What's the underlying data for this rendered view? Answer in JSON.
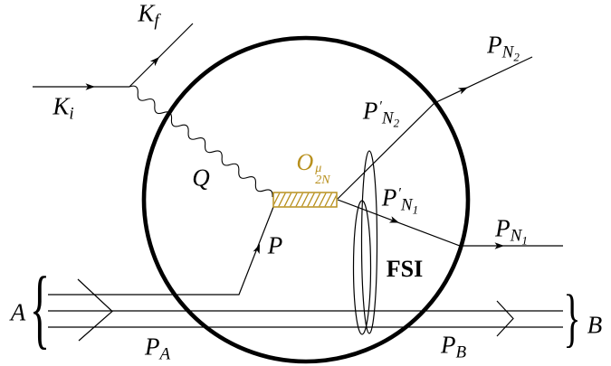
{
  "diagram": {
    "colors": {
      "line": "#000000",
      "operator_gold": "#b8901e",
      "background": "#ffffff"
    },
    "labels": {
      "incoming_electron": {
        "base": "K",
        "sub": "i"
      },
      "outgoing_electron": {
        "base": "K",
        "sub": "f"
      },
      "photon": {
        "base": "Q"
      },
      "operator": {
        "base": "O",
        "sup": "μ",
        "sub": "2N"
      },
      "struck_pair_momentum": {
        "base": "P"
      },
      "nucleon2_internal": {
        "base": "P",
        "prime": "′",
        "sub": "N",
        "subsub": "2"
      },
      "nucleon2_final": {
        "base": "P",
        "sub": "N",
        "subsub": "2"
      },
      "nucleon1_internal": {
        "base": "P",
        "prime": "′",
        "sub": "N",
        "subsub": "1"
      },
      "nucleon1_final": {
        "base": "P",
        "sub": "N",
        "subsub": "1"
      },
      "fsi": {
        "base": "FSI"
      },
      "nucleus_initial": {
        "base": "A"
      },
      "nucleus_initial_momentum": {
        "base": "P",
        "sub": "A"
      },
      "nucleus_final": {
        "base": "B"
      },
      "nucleus_final_momentum": {
        "base": "P",
        "sub": "B"
      },
      "brace_left": "{",
      "brace_right": "}"
    }
  }
}
